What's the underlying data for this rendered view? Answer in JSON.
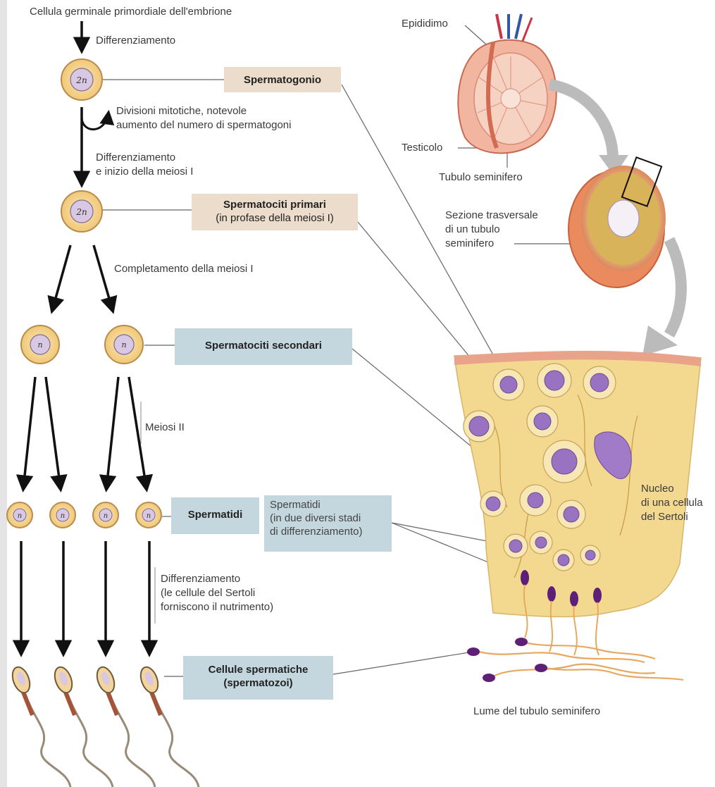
{
  "top_label": "Cellula germinale primordiale dell'embrione",
  "step_differentiation": "Differenziamento",
  "mitotic_note": [
    "Divisioni mitotiche, notevole",
    "aumento del numero di spermatogoni"
  ],
  "meiosis1_start": [
    "Differenziamento",
    "e inizio della meiosi I"
  ],
  "meiosis1_end": "Completamento della meiosi I",
  "meiosis2": "Meiosi II",
  "final_diff": [
    "Differenziamento",
    "(le cellule del Sertoli",
    "forniscono il nutrimento)"
  ],
  "ploidy_2n": "2n",
  "ploidy_n": "n",
  "boxes": {
    "spermatogonio": "Spermatogonio",
    "primari_title": "Spermatociti primari",
    "primari_sub": "(in profase della meiosi I)",
    "secondari": "Spermatociti secondari",
    "spermatidi": "Spermatidi",
    "spermatidi_stages": [
      "Spermatidi",
      "(in due diversi stadi",
      "di differenziamento)"
    ],
    "cellule_1": "Cellule spermatiche",
    "cellule_2": "(spermatozoi)"
  },
  "anatomy": {
    "epididimo": "Epididimo",
    "testicolo": "Testicolo",
    "tubulo": "Tubulo seminifero",
    "sezione": [
      "Sezione trasversale",
      "di un tubulo",
      "seminifero"
    ],
    "nucleo": [
      "Nucleo",
      "di una cellula",
      "del Sertoli"
    ],
    "lume": "Lume del tubulo seminifero"
  },
  "colors": {
    "cell_fill": "#f5d79a",
    "cell_ring": "#b98c4e",
    "nucleus": "#d8c8e4",
    "tissue": "#f3d98f",
    "tan_box": "#ecdccb",
    "blue_box": "#c4d6de",
    "sperm_head": "#6b2c7f"
  }
}
